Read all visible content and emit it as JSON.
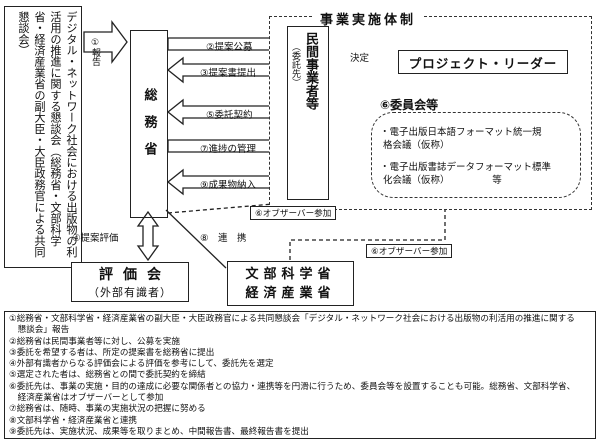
{
  "council": "デジタル・ネットワーク社会における出版物の利活用の推進に関する懇談会（総務省・文部科学省・経済産業省の副大臣・大臣政務官による共同懇談会）",
  "report_label": "①報告",
  "somu": "総務省",
  "impl_title": "事業実施体制",
  "minkan_main": "民間事業者等",
  "minkan_sub": "（委託先）",
  "decision_label": "決定",
  "leader": "プロジェクト・リーダー",
  "committee_head": "⑥委員会等",
  "committee_items": [
    "・電子出版日本語フォーマット統一規\n 格会議（仮称）",
    "・電子出版書誌データフォーマット標準\n 化会議（仮称）　　　　　等"
  ],
  "arrows": {
    "a2": "②提案公募",
    "a3": "③提案書提出",
    "a5": "⑤委託契約",
    "a7": "⑦進捗の管理",
    "a9": "⑨成果物納入",
    "observer1": "⑥オブザーバー参加",
    "observer2": "⑥オブザーバー参加",
    "eval": "④提案評価",
    "coop": "⑧　連　携"
  },
  "hyoka_main": "評価会",
  "hyoka_sub": "（外部有識者）",
  "monka_line1": "文部科学省",
  "monka_line2": "経済産業省",
  "legend": [
    "①総務省・文部科学省・経済産業省の副大臣・大臣政務官による共同懇談会「デジタル・ネットワーク社会における出版物の利活用の推進に関する",
    "　懇談会」報告",
    "②総務省は民間事業者等に対し、公募を実施",
    "③委託を希望する者は、所定の提案書を総務省に提出",
    "④外部有識者からなる評価会による評価を参考にして、委託先を選定",
    "⑤選定された者は、総務省との間で委託契約を締結",
    "⑥委託先は、事業の実施・目的の達成に必要な関係者との協力・連携等を円滑に行うため、委員会等を設置することも可能。総務省、文部科学省、",
    "　経済産業省はオブザーバーとして参加",
    "⑦総務省は、随時、事業の実施状況の把握に努める",
    "⑧文部科学省・経済産業省と連携",
    "⑨委託先は、実施状況、成果等を取りまとめ、中間報告書、最終報告書を提出"
  ]
}
